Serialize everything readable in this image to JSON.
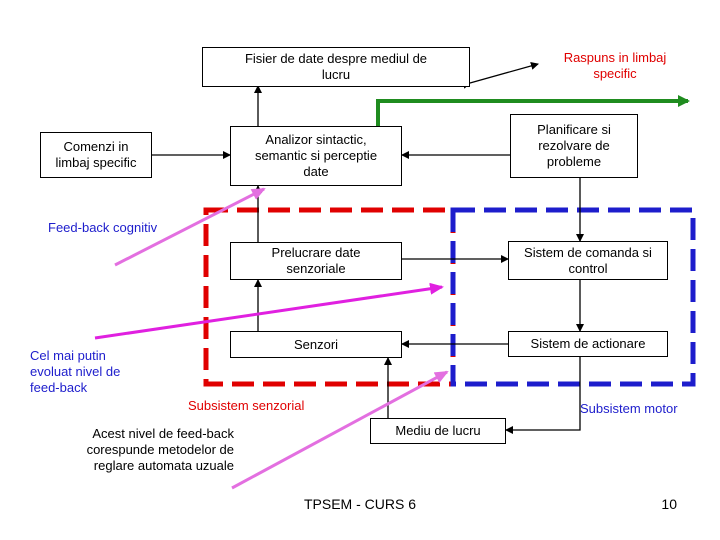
{
  "boxes": {
    "fisier": "Fisier de date despre mediul de\nlucru",
    "comenzi": "Comenzi in\nlimbaj specific",
    "analizor": "Analizor sintactic,\nsemantic si perceptie\ndate",
    "planificare": "Planificare si\nrezolvare de\nprobleme",
    "prelucrare": "Prelucrare date\nsenzoriale",
    "comanda": "Sistem de comanda si\ncontrol",
    "senzori": "Senzori",
    "actionare": "Sistem de actionare",
    "mediu": "Mediu de lucru"
  },
  "labels": {
    "raspuns": "Raspuns in limbaj\nspecific",
    "feedback_cognitiv": "Feed-back cognitiv",
    "cel_mai_putin": "Cel mai putin\nevoluat nivel de\nfeed-back",
    "subsistem_senzorial": "Subsistem senzorial",
    "subsistem_motor": "Subsistem motor",
    "acest_nivel": "Acest nivel de feed-back\ncorespunde metodelor de\nreglare automata uzuale"
  },
  "footer": {
    "course": "TPSEM - CURS 6",
    "page": "10"
  },
  "colors": {
    "red_dashed": "#e00000",
    "blue_dashed": "#1d1dcc",
    "green_line": "#1f8c1f",
    "pink_arrow": "#e36fe0",
    "magenta_arrow": "#e020e0"
  }
}
